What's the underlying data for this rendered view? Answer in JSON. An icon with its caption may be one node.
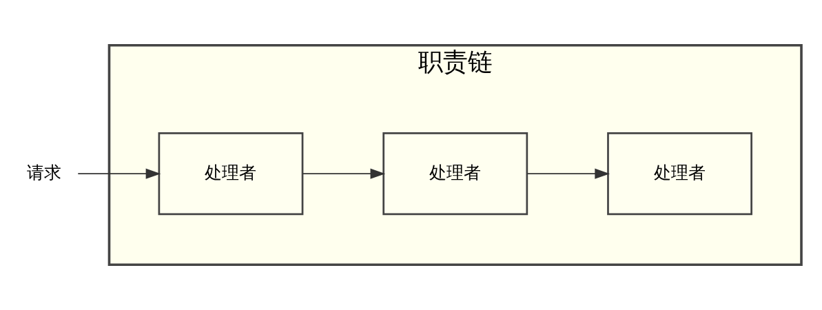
{
  "diagram": {
    "nodes": [
      {
        "text": [
          "职责链"
        ]
      },
      {
        "text": [
          "请求"
        ]
      },
      {
        "text": [
          "处理者"
        ],
        "in": 0
      },
      {
        "text": [
          "处理者"
        ],
        "in": 0
      },
      {
        "text": [
          "处理者"
        ],
        "in": 0
      }
    ],
    "edges": [
      {
        "from": 1,
        "to": 2,
        "arrow": "to"
      },
      {
        "from": 2,
        "to": 3,
        "arrow": "to"
      },
      {
        "from": 3,
        "to": 4,
        "arrow": "to"
      }
    ]
  }
}
